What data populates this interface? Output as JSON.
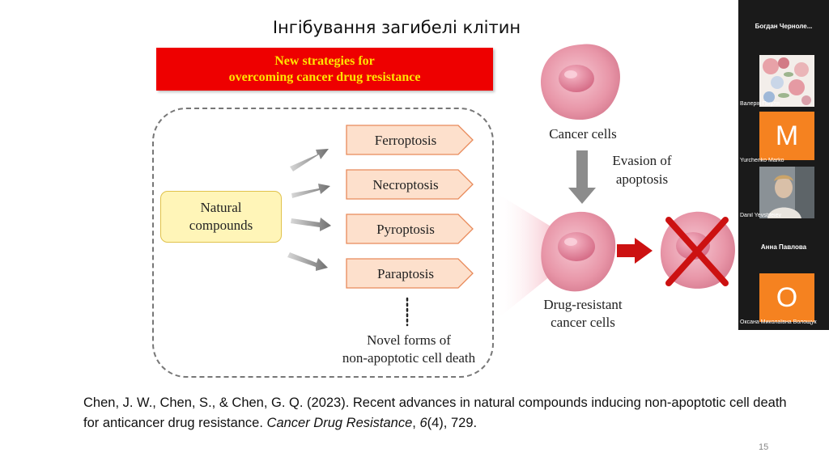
{
  "slide": {
    "title": "Інгібування загибелі клітин",
    "banner_line1": "New strategies for",
    "banner_line2": "overcoming cancer drug resistance",
    "natural_line1": "Natural",
    "natural_line2": "compounds",
    "pathways": [
      "Ferroptosis",
      "Necroptosis",
      "Pyroptosis",
      "Paraptosis"
    ],
    "novel_line1": "Novel forms of",
    "novel_line2": "non-apoptotic cell death",
    "cancer_cells": "Cancer cells",
    "evasion_line1": "Evasion of",
    "evasion_line2": "apoptosis",
    "resistant_line1": "Drug-resistant",
    "resistant_line2": "cancer cells",
    "citation_main": "Chen, J. W., Chen, S., & Chen, G. Q. (2023). Recent advances in natural compounds inducing non-apoptotic cell death for anticancer drug resistance. ",
    "citation_journal": "Cancer Drug Resistance",
    "citation_sep": ", ",
    "citation_volume": "6",
    "citation_rest": "(4), 729.",
    "page_number": "15",
    "colors": {
      "banner_bg": "#ee0000",
      "banner_text": "#ffe400",
      "pathway_fill": "#fde0cc",
      "cell": "#e896a8",
      "cross": "#cc1111"
    }
  },
  "participants": {
    "top_name": "Богдан Черноле...",
    "tiles": [
      {
        "name": "Валерія Піхуля",
        "type": "image",
        "icon": "flowers-image"
      },
      {
        "name": "Yurchenko Marko",
        "type": "letter",
        "letter": "M"
      },
      {
        "name": "Danil Yevstifeiev",
        "type": "video",
        "icon": "person-video"
      },
      {
        "name": "Анна Павлова",
        "type": "name-only"
      },
      {
        "name": "Оксана Миколаївна Волощук",
        "type": "letter",
        "letter": "О"
      }
    ]
  }
}
